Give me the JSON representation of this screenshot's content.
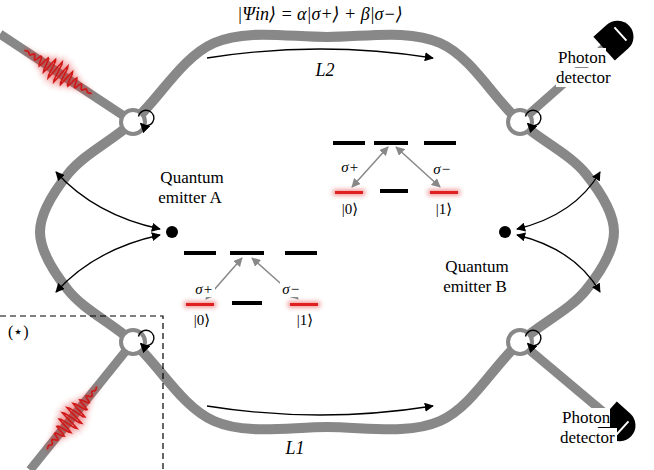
{
  "diagram": {
    "labels": [
      "|Ψin⟩ = α|σ+⟩ + β|σ−⟩",
      "L2",
      "Photon detector",
      "Quantum emitter A",
      "σ+",
      "σ−",
      "|0⟩",
      "|1⟩",
      "Quantum emitter B",
      "σ+",
      "σ−",
      "|0⟩",
      "|1⟩",
      "(⋆)",
      "Photon detector",
      "L1"
    ]
  }
}
